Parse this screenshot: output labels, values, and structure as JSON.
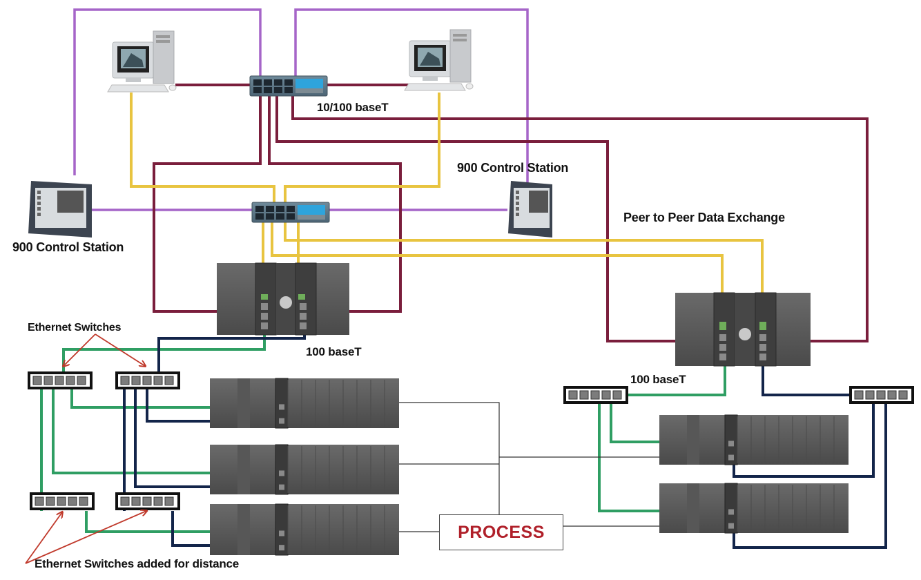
{
  "labels": {
    "baseT_top": "10/100 baseT",
    "control_station_left": "900 Control Station",
    "control_station_right": "900 Control Station",
    "peer_to_peer": "Peer to Peer Data Exchange",
    "baseT_left": "100 baseT",
    "baseT_right": "100 baseT",
    "ethernet_switches": "Ethernet Switches",
    "ethernet_switches_distance": "Ethernet Switches added for distance",
    "process": "PROCESS"
  },
  "devices": {
    "workstations": [
      "workstation-left",
      "workstation-right"
    ],
    "control_stations": [
      "control-station-left",
      "control-station-right"
    ],
    "network_switches": [
      "network-switch-top",
      "network-switch-middle"
    ],
    "controllers": [
      "controller-left",
      "controller-right"
    ],
    "ethernet_switches": [
      "ethernet-switch-1",
      "ethernet-switch-2",
      "ethernet-switch-3",
      "ethernet-switch-4",
      "ethernet-switch-5",
      "ethernet-switch-6"
    ],
    "io_racks": [
      "io-rack-1",
      "io-rack-2",
      "io-rack-3",
      "io-rack-4",
      "io-rack-5"
    ]
  },
  "colors": {
    "purple_link": "#a565c8",
    "maroon_link": "#7a1e3c",
    "yellow_link": "#e8c440",
    "green_link": "#2f9e63",
    "navy_link": "#13254a",
    "process_text": "#b0202a",
    "annotation_arrow": "#c0392b"
  }
}
